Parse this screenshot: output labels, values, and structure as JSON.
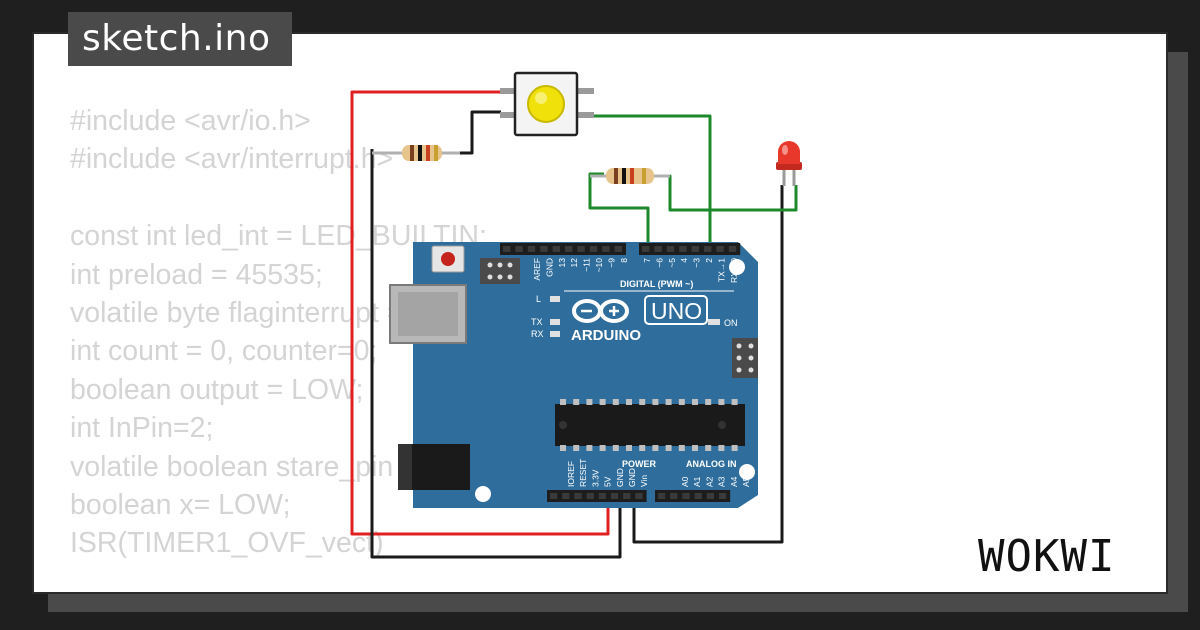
{
  "app": {
    "title": "sketch.ino",
    "brand": "WOKWI"
  },
  "code_lines": [
    "#include <avr/io.h>",
    "#include <avr/interrupt.h>",
    "",
    "const int led_int = LED_BUILTIN;",
    "int preload = 45535;",
    "volatile byte flaginterrupt = 0;",
    "int count = 0, counter=0;",
    "boolean output = LOW;",
    "int InPin=2;",
    "volatile boolean stare_pin = LOW;",
    "boolean x= LOW;",
    "ISR(TIMER1_OVF_vect)"
  ],
  "board": {
    "brand": "ARDUINO",
    "model": "UNO",
    "digital_header": "DIGITAL (PWM ~)",
    "digital_pins": [
      "AREF",
      "GND",
      "13",
      "12",
      "~11",
      "~10",
      "~9",
      "8",
      "7",
      "~6",
      "~5",
      "4",
      "~3",
      "2",
      "TX→1",
      "RX←0"
    ],
    "power_header": "POWER",
    "analog_header": "ANALOG IN",
    "power_pins": [
      "IOREF",
      "RESET",
      "3.3V",
      "5V",
      "GND",
      "GND",
      "Vin"
    ],
    "analog_pins": [
      "A0",
      "A1",
      "A2",
      "A3",
      "A4",
      "A5"
    ],
    "led_l": "L",
    "led_tx": "TX",
    "led_rx": "RX",
    "led_on": "ON"
  },
  "colors": {
    "board": "#2f6e9c",
    "wire_red": "#e02020",
    "wire_black": "#1a1a1a",
    "wire_green": "#1c8a2a",
    "button_cap": "#f0e10a",
    "led": "#e8382b",
    "code_text": "#d4d4d4"
  }
}
